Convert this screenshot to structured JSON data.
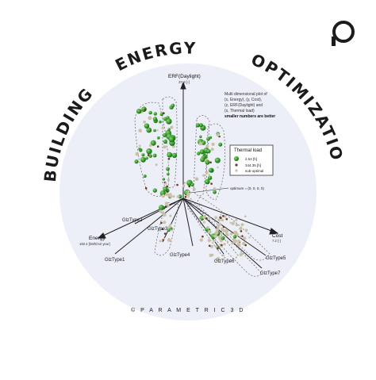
{
  "header": {
    "arc_left": "BUILDING",
    "arc_top": "ENERGY",
    "arc_right": "OPTIMIZATION"
  },
  "footer": {
    "brand": "© P A R A M E T R I C 3 D"
  },
  "colors": {
    "background_circle": "#eceef8",
    "optimal": "#2e9a22",
    "suboptimal": "#c9c0a6",
    "dark_marker": "#6b3a1c",
    "ink": "#1b1b1b"
  },
  "plot": {
    "description_lines": [
      "Multi dimensional plot of",
      "(x, Energy), (y, Cost),",
      "(z, ERF(Daylight) and",
      "(s, Thermal load)",
      "smaller numbers are better"
    ],
    "axis_z_label": "ERF(Daylight)",
    "axis_z_value": "37.3 [-]",
    "axis_x_label": "Energy",
    "axis_x_value": "160.4 [kWh/m2 year]",
    "axis_y_label": "Cost",
    "axis_y_value": "7.2 [-]",
    "optimum_label": "optimum = (0, 0, 0, 0)",
    "legend": {
      "title": "Thermal load",
      "items": [
        {
          "label": "2.54 [h]",
          "color": "#2e9a22"
        },
        {
          "label": "344.35 [h]",
          "color": "#6b3a1c"
        },
        {
          "label": "sub-optimal",
          "color": "#c9c0a6"
        }
      ]
    },
    "glazing_labels": [
      "GlzType2",
      "GlzType3",
      "GlzType1",
      "GlzType4",
      "GlzType6",
      "GlzType5",
      "GlzType7"
    ]
  }
}
